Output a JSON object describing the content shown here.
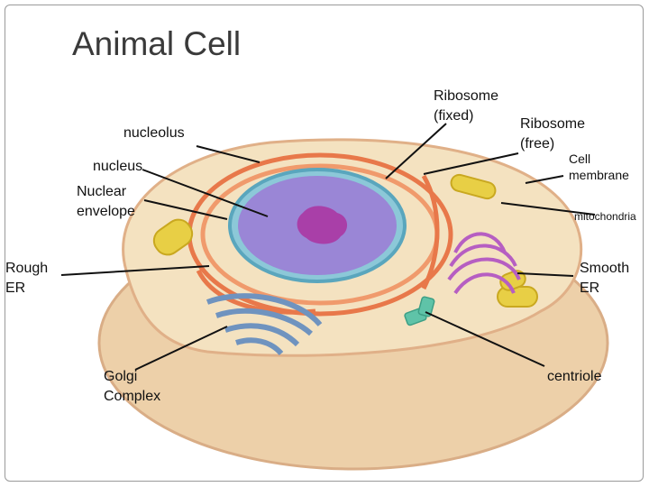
{
  "slide": {
    "title": "Animal Cell"
  },
  "labels": {
    "ribosome_fixed": [
      "Ribosome",
      "(fixed)"
    ],
    "ribosome_free": [
      "Ribosome",
      "(free)"
    ],
    "nucleolus": "nucleolus",
    "nucleus": "nucleus",
    "cell_membrane": [
      "Cell",
      "membrane"
    ],
    "nuclear_envelope": [
      "Nuclear",
      "envelope"
    ],
    "mitochondria": "mitochondria",
    "rough_er": [
      "Rough",
      "ER"
    ],
    "smooth_er": [
      "Smooth",
      "ER"
    ],
    "golgi_complex": [
      "Golgi",
      "Complex"
    ],
    "centriole": "centriole"
  },
  "colors": {
    "cytoplasm": "#f3dfba",
    "membrane": "#e9b58f",
    "nucleus": "#9a86d6",
    "nucleolus": "#a93fa8",
    "rough_er": "#e8784a",
    "mitochondria": "#e8cf45",
    "golgi": "#6f93bf",
    "smooth_er": "#b65ec2",
    "centriole": "#5fc3a8"
  }
}
